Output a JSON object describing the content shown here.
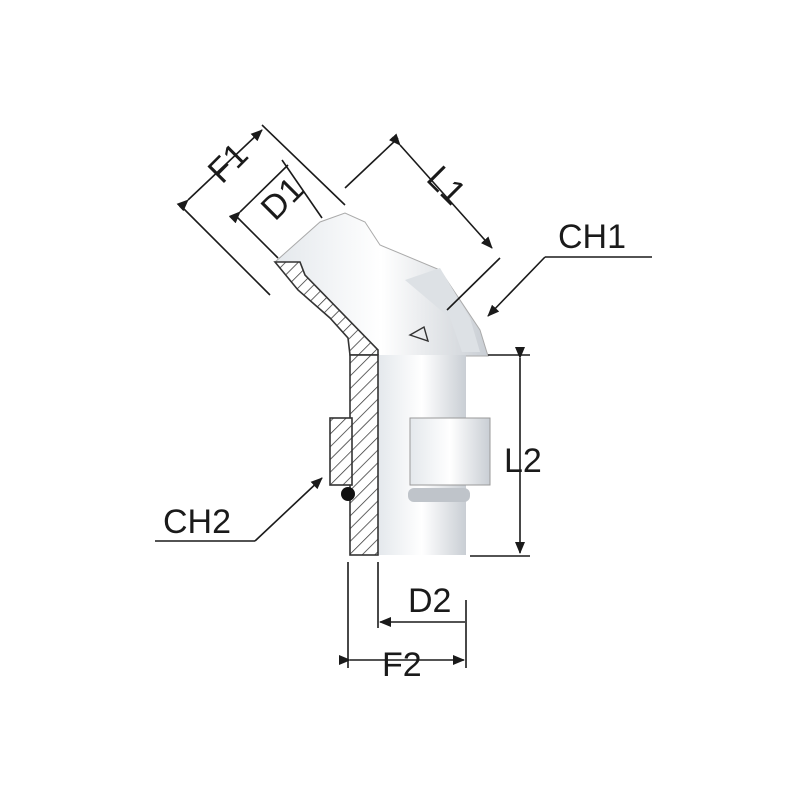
{
  "diagram": {
    "labels": {
      "f1": "F1",
      "d1": "D1",
      "l1": "L1",
      "ch1": "CH1",
      "l2": "L2",
      "ch2": "CH2",
      "d2": "D2",
      "f2": "F2"
    },
    "colors": {
      "line": "#1a1a1a",
      "body_fill": "#f4f6f8",
      "body_shade": "#d9dde2",
      "hatch": "#333333"
    }
  }
}
